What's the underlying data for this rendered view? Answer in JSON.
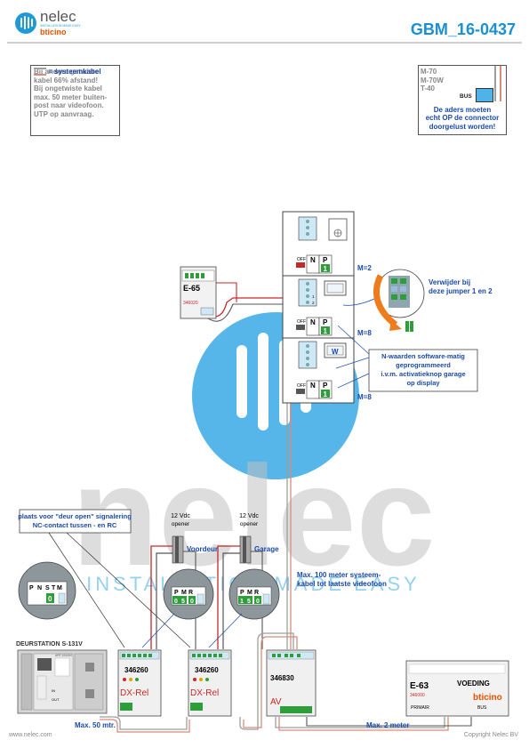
{
  "header": {
    "brand": "nelec",
    "tagline": "INSTALLATION MADE EASY",
    "partner": "bticino",
    "doc_code": "GBM_16-0437"
  },
  "colors": {
    "accent": "#1f9ad6",
    "title_blue": "#1a8fd1",
    "note_blue": "#1a4aa8",
    "red_wire": "#c62828",
    "grey_wire": "#9e9e9e",
    "green": "#2e9e3a",
    "watermark_grey": "#bdbdbd",
    "watermark_blue": "#4fb3e8"
  },
  "note_left": {
    "legend": "= systeemkabel",
    "lines": [
      "Bij andere getwiste",
      "kabel 66% afstand!",
      "Bij ongetwiste kabel",
      "max. 50 meter buiten-",
      "post naar videofoon.",
      "UTP op aanvraag."
    ]
  },
  "note_right": {
    "models": [
      "M-70",
      "M-70W",
      "T-40"
    ],
    "bus_label": "BUS",
    "lines": [
      "De aders moeten",
      "echt OP de connector",
      "doorgelust worden!"
    ]
  },
  "monitors": [
    {
      "n_value": "M=2",
      "dip_label": "OFF ON",
      "n_label": "N",
      "p_label": "P",
      "p_value": "1"
    },
    {
      "n_value": "M=8",
      "dip_label": "OFF ON",
      "n_label": "N",
      "p_label": "P",
      "p_value": "1"
    },
    {
      "n_value": "M=8",
      "dip_label": "OFF ON",
      "n_label": "N",
      "p_label": "P",
      "p_value": "1",
      "screen_label": "W"
    }
  ],
  "e65": {
    "name": "E-65",
    "code": "346020"
  },
  "jumper_note": [
    "Verwijder bij",
    "deze jumper 1 en 2"
  ],
  "software_note": [
    "N-waarden software-matig",
    "geprogrammeerd",
    "i.v.m. activatieknop garage",
    "op display"
  ],
  "door_open_note": [
    "plaats voor \"deur open\" signalering",
    "NC-contact tussen - en RC"
  ],
  "openers": [
    {
      "supply": "12 Vdc",
      "kind": "opener",
      "label": "Voordeur"
    },
    {
      "supply": "12 Vdc",
      "kind": "opener",
      "label": "Garage"
    }
  ],
  "max_100_note": [
    "Max. 100 meter systeem-",
    "kabel tot laatste videofoon"
  ],
  "zoom_door": {
    "labels": [
      "P",
      "N",
      "S",
      "T",
      "M"
    ],
    "value": "0"
  },
  "zoom_rel1": {
    "labels": [
      "P",
      "M",
      "R"
    ],
    "values": [
      "0",
      "5",
      "0"
    ]
  },
  "zoom_rel2": {
    "labels": [
      "P",
      "M",
      "R"
    ],
    "values": [
      "1",
      "5",
      "0"
    ]
  },
  "door_station": {
    "title": "DEURSTATION S-131V",
    "code": "ART.331000",
    "pin_in": "IN",
    "pin_out": "OUT"
  },
  "relays": [
    {
      "code": "346260",
      "label": "DX-Rel"
    },
    {
      "code": "346260",
      "label": "DX-Rel"
    }
  ],
  "av": {
    "code": "346830",
    "label": "AV"
  },
  "psu": {
    "name": "E-63",
    "title": "VOEDING",
    "code": "346000",
    "brand": "bticino",
    "primary": "PRIMAIR",
    "bus": "BUS"
  },
  "distances": {
    "left": "Max. 50 mtr.",
    "right": "Max. 2 meter"
  },
  "footer": {
    "website": "www.nelec.com",
    "copyright": "Copyright Nelec BV"
  }
}
